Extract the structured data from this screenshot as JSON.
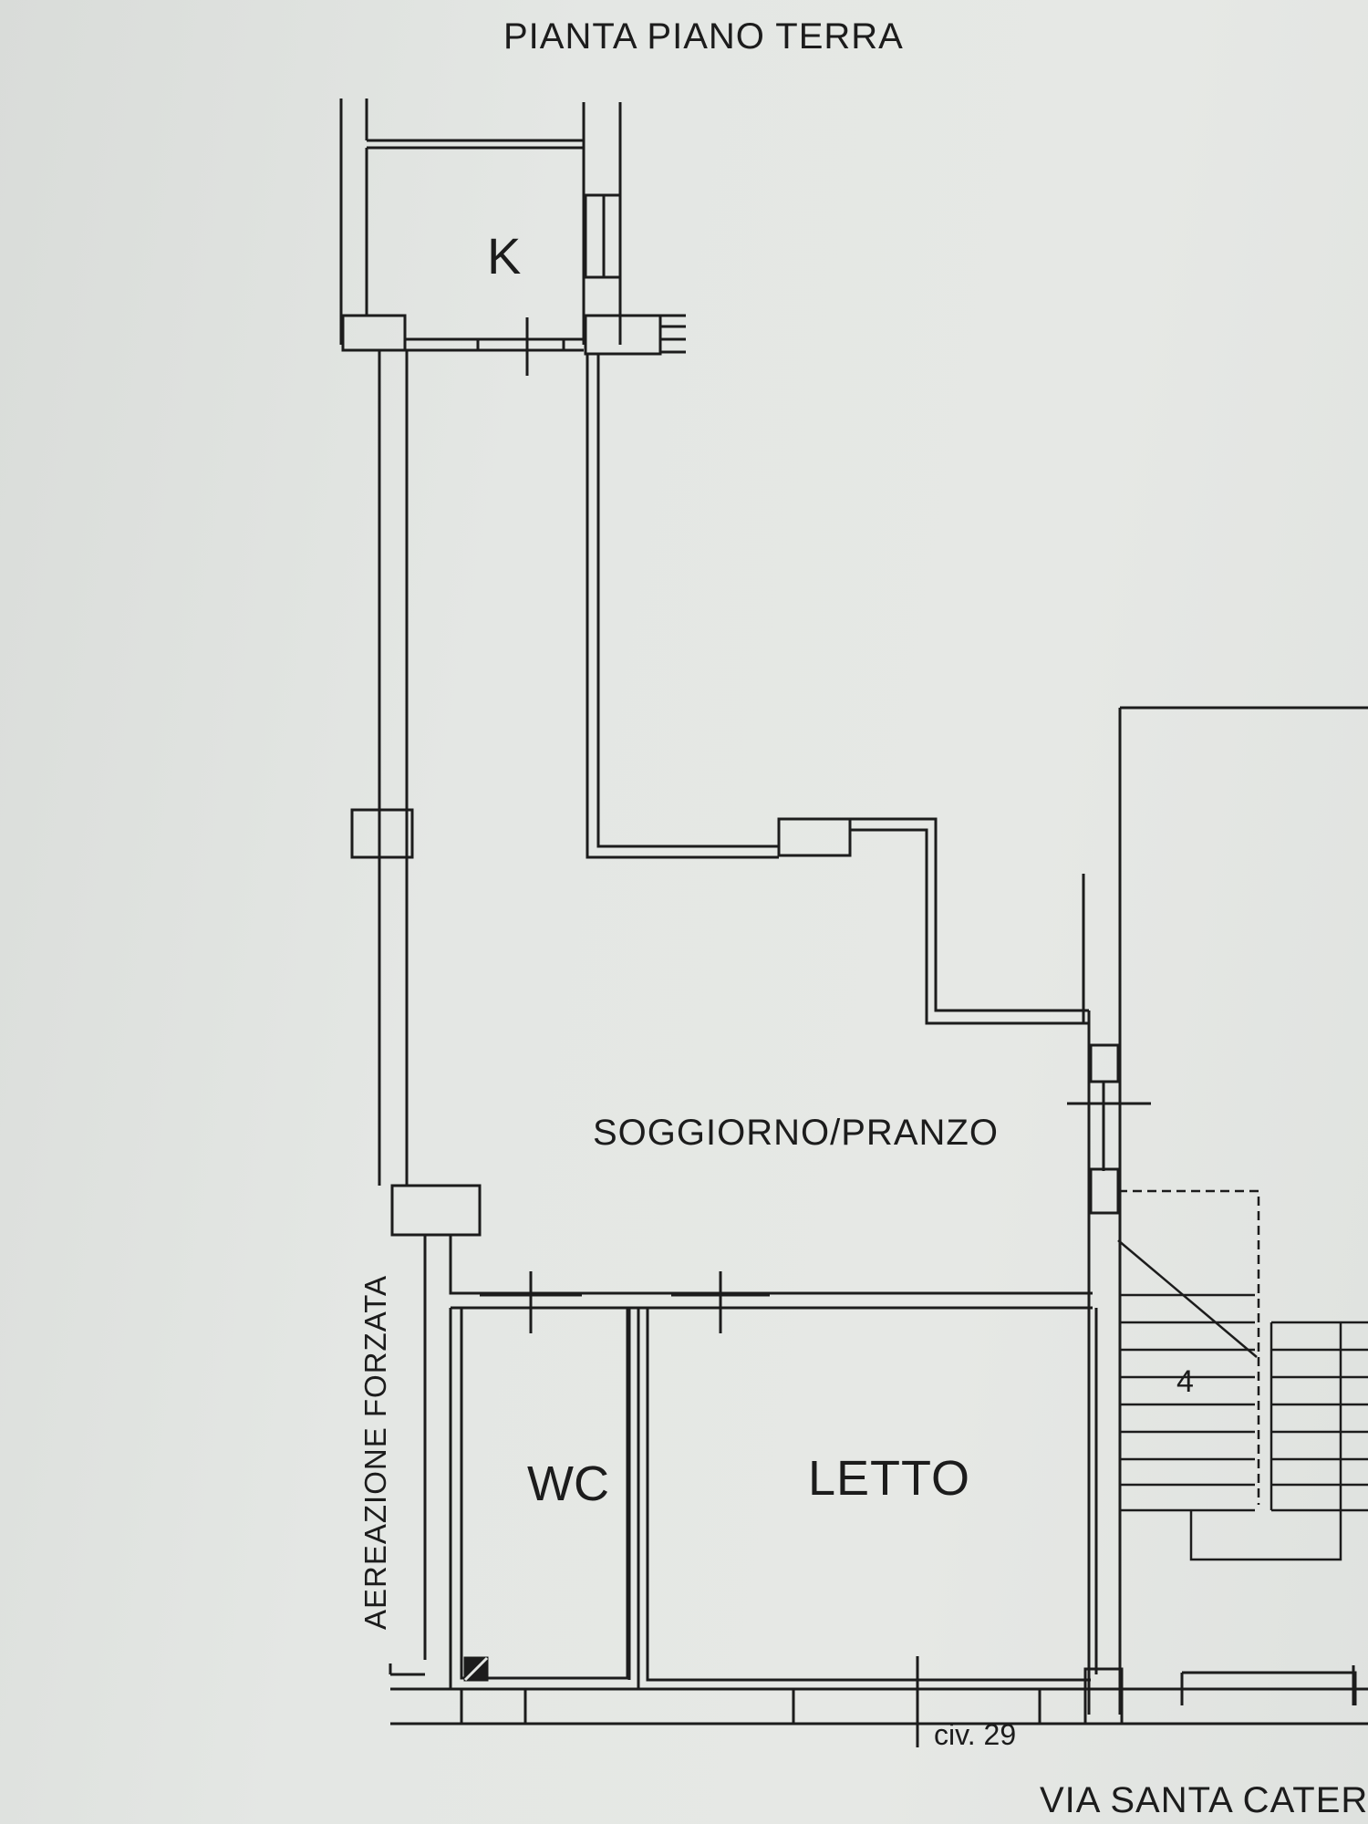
{
  "plan": {
    "title": "PIANTA PIANO TERRA",
    "rooms": {
      "k": "K",
      "soggiorno": "SOGGIORNO/PRANZO",
      "wc": "WC",
      "letto": "LETTO"
    },
    "annotations": {
      "aereazione": "AEREAZIONE FORZATA",
      "civico": "civ. 29",
      "street": "VIA SANTA CATERI",
      "stair_steps": "4"
    }
  }
}
